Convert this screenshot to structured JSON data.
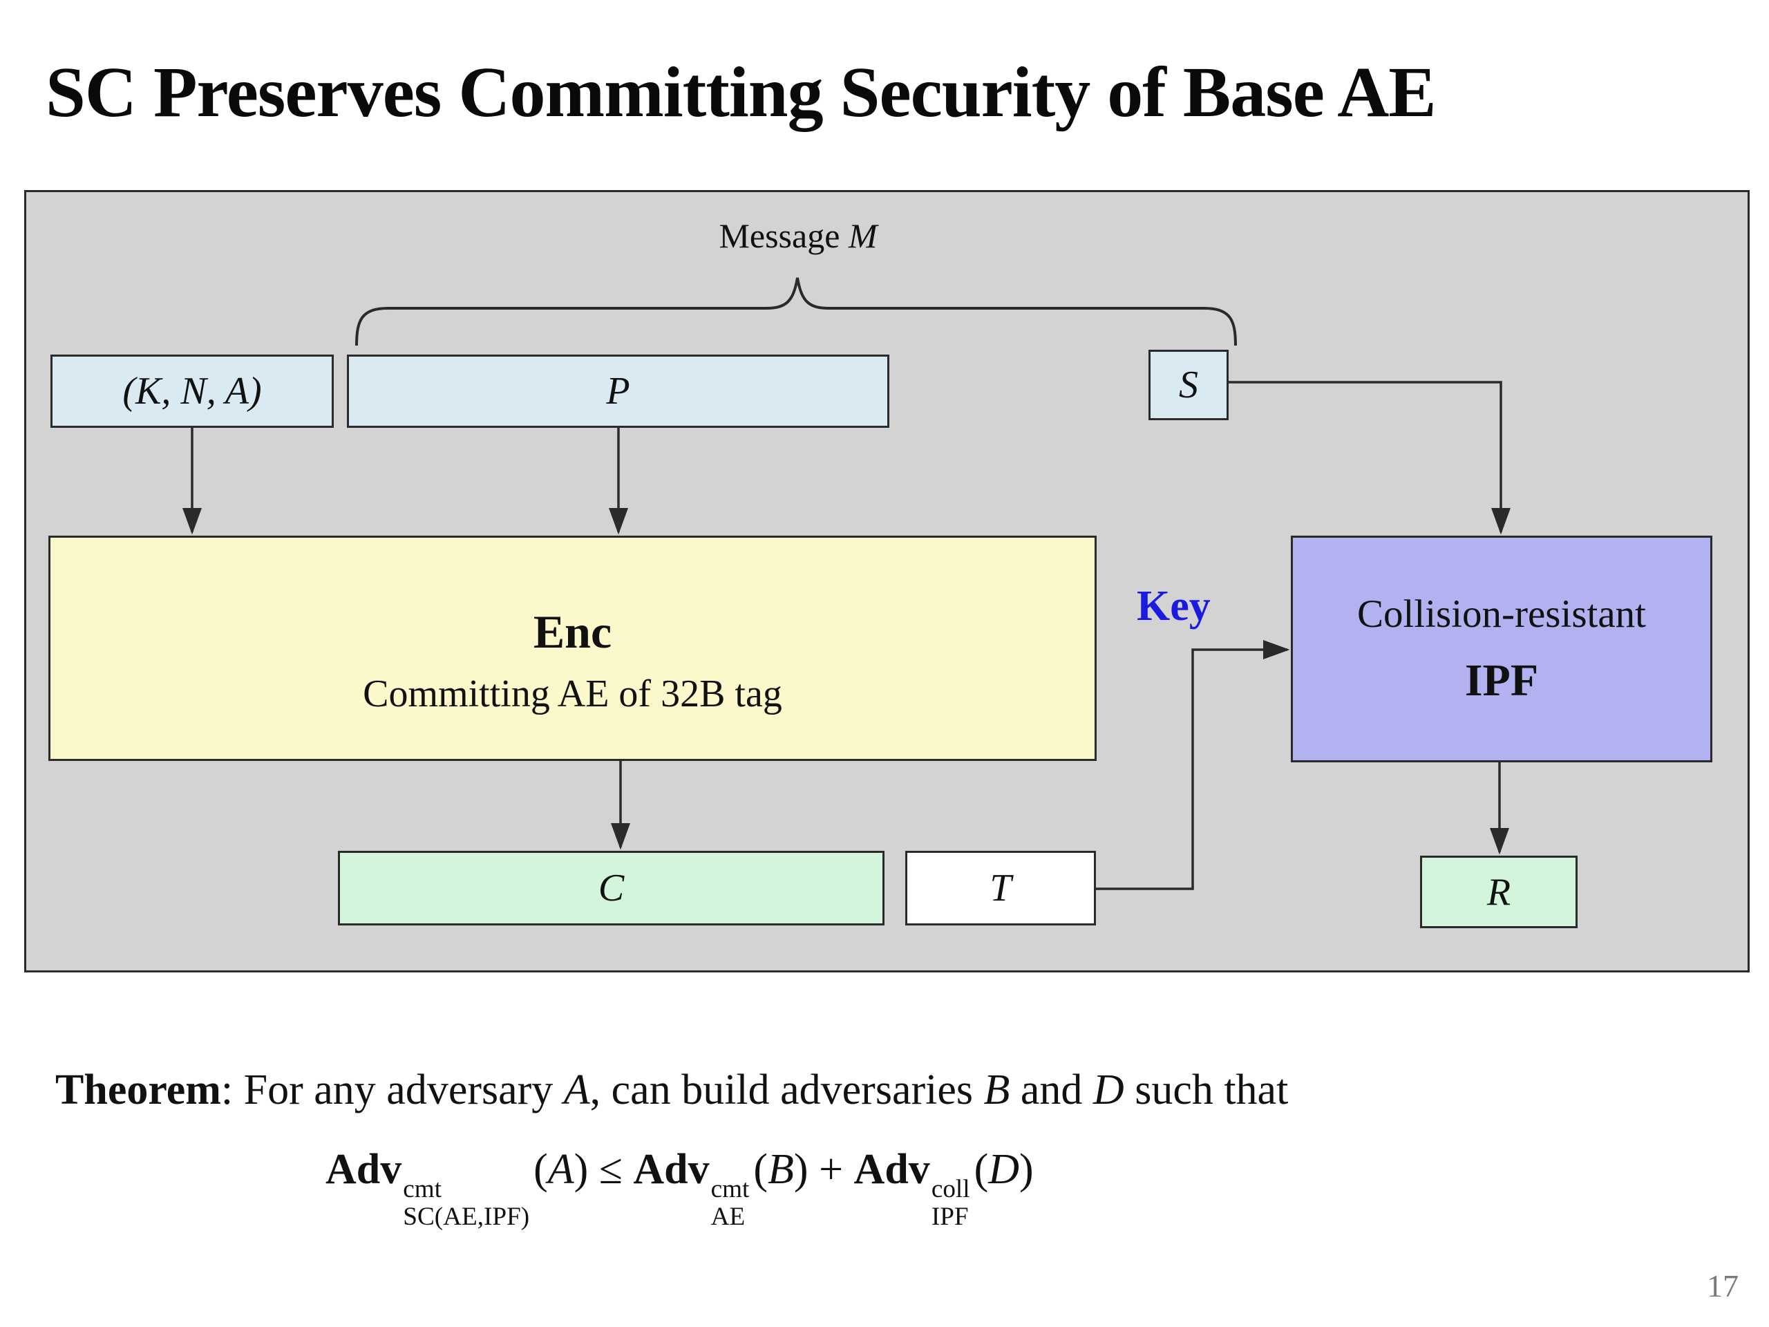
{
  "slide": {
    "title": "SC Preserves Committing Security of Base AE",
    "page_number": "17"
  },
  "diagram": {
    "message_label": {
      "text": "Message",
      "var": "M"
    },
    "boxes": {
      "kna": "(K, N, A)",
      "p": "P",
      "s": "S",
      "enc_title": "Enc",
      "enc_subtitle": "Committing AE of 32B tag",
      "ipf_line1": "Collision-resistant",
      "ipf_line2": "IPF",
      "c": "C",
      "t": "T",
      "r": "R"
    },
    "key_label": "Key",
    "colors": {
      "panel_bg": "#d3d3d3",
      "input_box": "#daeaf3",
      "enc_box": "#fbf8cc",
      "ipf_box": "#b2b2f0",
      "output_box": "#d2f5dc",
      "tag_box": "#ffffff",
      "key_label": "#1b1be0",
      "wire": "#2a2a2a",
      "page_number": "#7a7a7a"
    }
  },
  "theorem": {
    "parts": [
      {
        "b": "Theorem"
      },
      {
        "t": ": For any adversary "
      },
      {
        "i": "A"
      },
      {
        "t": ", can build adversaries "
      },
      {
        "i": "B"
      },
      {
        "t": " and "
      },
      {
        "i": "D"
      },
      {
        "t": " such that"
      }
    ]
  },
  "formula": {
    "parts": [
      {
        "b": "Adv"
      },
      {
        "sup": "cmt",
        "sub": "SC(AE,IPF)"
      },
      {
        "t": "("
      },
      {
        "i": "A"
      },
      {
        "t": ") ≤ "
      },
      {
        "b": "Adv"
      },
      {
        "sup": "cmt",
        "sub": "AE"
      },
      {
        "t": "("
      },
      {
        "i": "B"
      },
      {
        "t": ") + "
      },
      {
        "b": "Adv"
      },
      {
        "sup": "coll",
        "sub": "IPF"
      },
      {
        "t": "("
      },
      {
        "i": "D"
      },
      {
        "t": ")"
      }
    ]
  }
}
